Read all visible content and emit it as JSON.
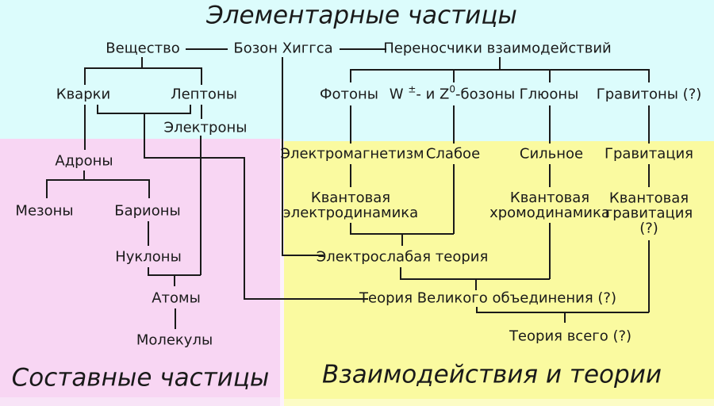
{
  "diagram": {
    "title": "Элементарные частицы",
    "section_titles": {
      "composite": "Составные частицы",
      "interactions": "Взаимодействия и теории"
    },
    "nodes": {
      "matter": "Вещество",
      "higgs": "Бозон Хиггса",
      "carriers": "Переносчики взаимодействий",
      "quarks": "Кварки",
      "leptons": "Лептоны",
      "electrons": "Электроны",
      "photons": "Фотоны",
      "wz_boson": {
        "base": "W ",
        "sup1": "±",
        "mid": "- и Z",
        "sup2": "0",
        "tail": "-бозоны"
      },
      "gluons": "Глюоны",
      "gravitons": "Гравитоны (?)",
      "hadrons": "Адроны",
      "mesons": "Мезоны",
      "baryons": "Барионы",
      "nucleons": "Нуклоны",
      "atoms": "Атомы",
      "molecules": "Молекулы",
      "electromagnetism": "Электромагнетизм",
      "weak": "Слабое",
      "strong": "Сильное",
      "gravitation": "Гравитация",
      "qed": "Квантовая\nэлектродинамика",
      "qcd": "Квантовая\nхромодинамика",
      "quantum_gravity": "Квантовая\nгравитация\n(?)",
      "electroweak": "Электрослабая теория",
      "gut": "Теория Великого объединения (?)",
      "toe": "Теория всего (?)"
    },
    "colors": {
      "elementary_bg": "#dcfcfc",
      "composite_bg": "#f8d6f3",
      "interactions_bg": "#fafaa0",
      "line": "#1a1a1a",
      "text": "#1a1a1a"
    }
  }
}
